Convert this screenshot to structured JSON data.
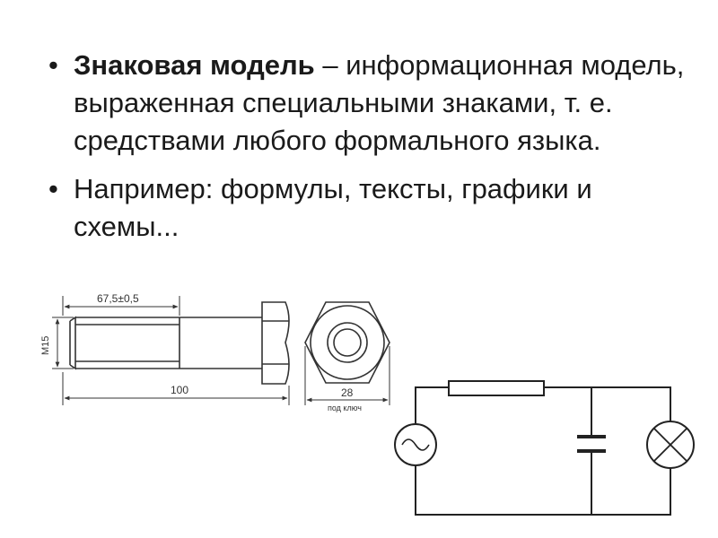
{
  "bullets": [
    {
      "term": "Знаковая модель",
      "text": " – информационная модель, выраженная специальными знаками, т. е. средствами любого формального языка."
    },
    {
      "term": "",
      "text": "Например: формулы, тексты, графики и схемы..."
    }
  ],
  "bolt_drawing": {
    "dim_thread_length": "67,5±0,5",
    "dim_total_length": "100",
    "dim_thread": "M15",
    "dim_wrench": "28",
    "dim_wrench_note": "под ключ"
  }
}
